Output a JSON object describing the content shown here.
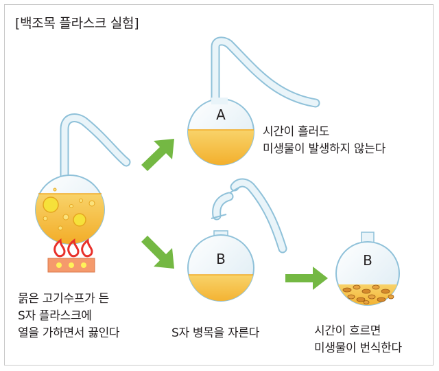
{
  "title": "[백조목 플라스크 실험]",
  "flasks": {
    "a_label": "A",
    "b_label": "B",
    "b2_label": "B"
  },
  "captions": {
    "flask_a": [
      "시간이 흘러도",
      "미생물이 발생하지 않는다"
    ],
    "step1": [
      "묽은 고기수프가 든",
      "S자 플라스크에",
      "열을 가하면서 끓인다"
    ],
    "step2": "S자 병목을 자른다",
    "step3": [
      "시간이 흐르면",
      "미생물이 번식한다"
    ]
  },
  "colors": {
    "broth": "#f5b43a",
    "glass": "#e6f2f8",
    "arrow": "#74b843",
    "flame": "#e8302a",
    "burner": "#f59a6c"
  }
}
